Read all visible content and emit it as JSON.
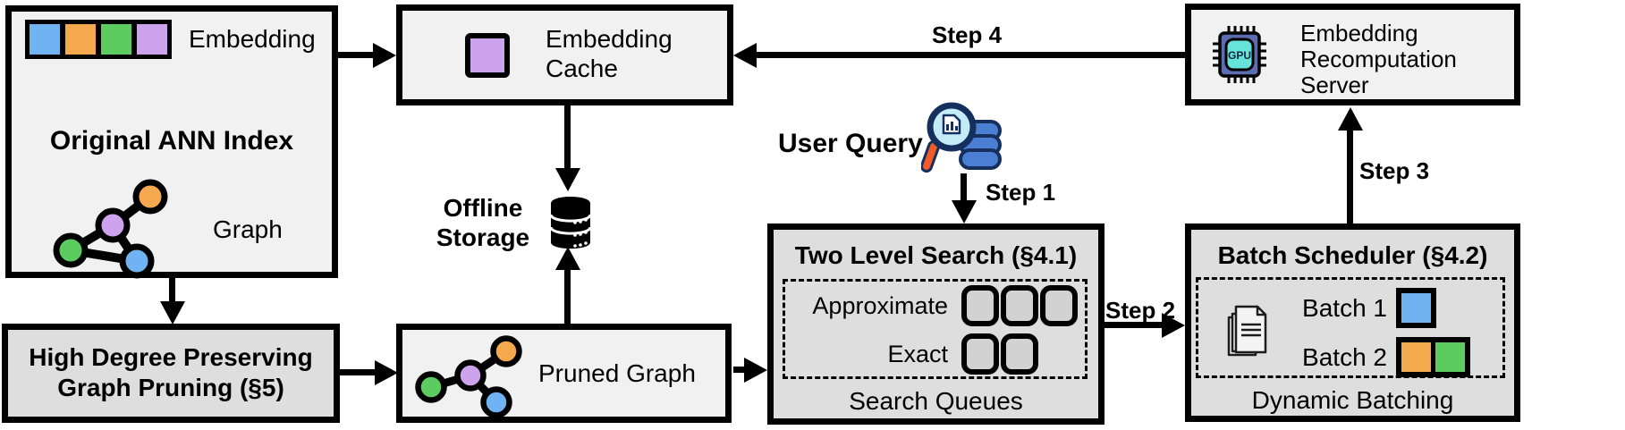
{
  "colors": {
    "blue": "#6FB3F2",
    "orange": "#F5A94F",
    "green": "#5DCC60",
    "purple": "#CDA3EE",
    "box_light": "#F1F1F1",
    "box_dark": "#DEDEDE",
    "slot_fill": "#D2D2D2",
    "line_black": "#000000",
    "gpu_body": "#5B6DB0",
    "gpu_screen": "#66E4DA",
    "db_blue": "#4A7FD4",
    "db_outline": "#16305E",
    "lens_fill": "#C4EBF8",
    "handle_orange": "#F15A29"
  },
  "original_ann_index": {
    "title": "Original ANN Index",
    "embedding_label": "Embedding",
    "graph_label": "Graph",
    "embedding_colors": [
      "#6FB3F2",
      "#F5A94F",
      "#5DCC60",
      "#CDA3EE"
    ]
  },
  "embedding_cache": {
    "line1": "Embedding",
    "line2": "Cache"
  },
  "offline_storage": {
    "line1": "Offline",
    "line2": "Storage"
  },
  "user_query": {
    "label": "User Query"
  },
  "two_level_search": {
    "title": "Two Level Search (§4.1)",
    "approximate_label": "Approximate",
    "exact_label": "Exact",
    "approximate_slots": 3,
    "exact_slots": 2,
    "footer": "Search Queues"
  },
  "batch_scheduler": {
    "title": "Batch Scheduler (§4.2)",
    "batch1_label": "Batch 1",
    "batch2_label": "Batch 2",
    "batch1_colors": [
      "#6FB3F2"
    ],
    "batch2_colors": [
      "#F5A94F",
      "#5DCC60"
    ],
    "footer": "Dynamic Batching"
  },
  "recomputation_server": {
    "line1": "Embedding",
    "line2": "Recomputation",
    "line3": "Server",
    "gpu_label": "GPU"
  },
  "high_degree_pruning": {
    "line1": "High Degree Preserving",
    "line2": "Graph Pruning (§5)"
  },
  "pruned_graph": {
    "label": "Pruned Graph"
  },
  "steps": {
    "step1": "Step 1",
    "step2": "Step 2",
    "step3": "Step 3",
    "step4": "Step 4"
  }
}
